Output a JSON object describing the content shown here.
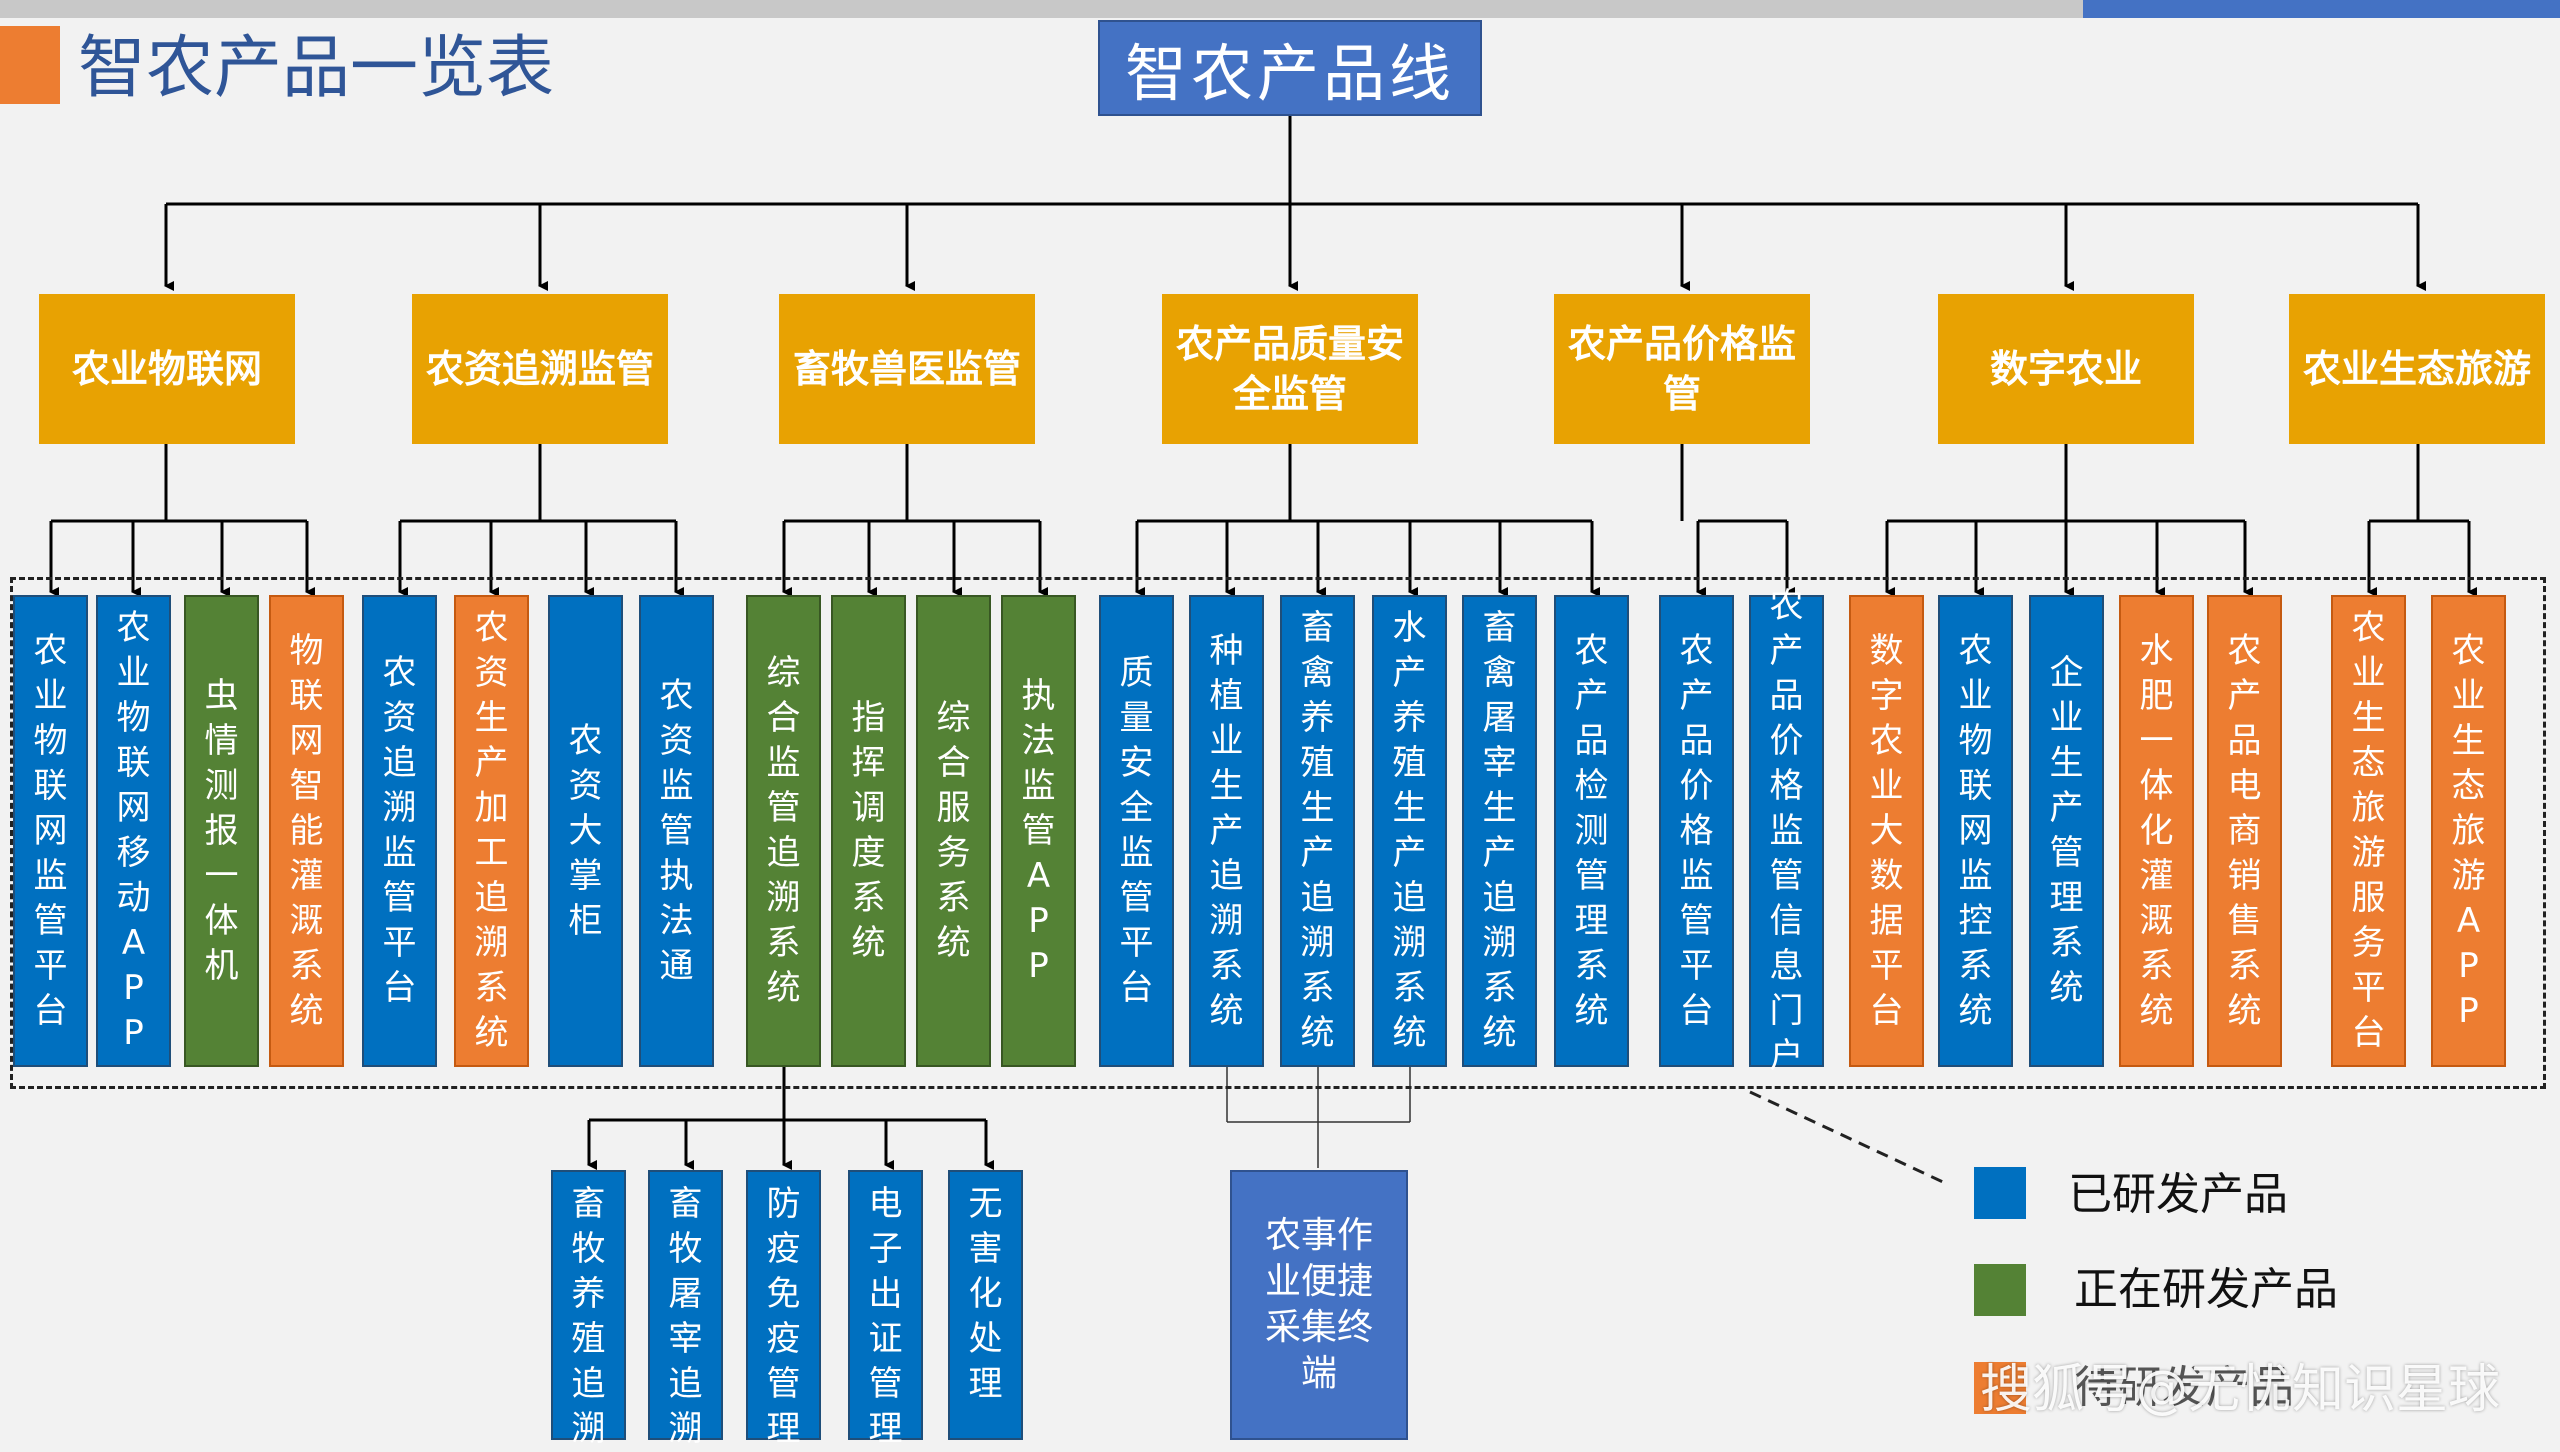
{
  "header": {
    "title": "智农产品一览表"
  },
  "root": {
    "label": "智农产品线"
  },
  "categories": [
    {
      "label": "农业物联网",
      "products": [
        "农业物联网监管平台",
        "农业物联网移动APP",
        "虫情测报一体机",
        "物联网智能灌溉系统"
      ]
    },
    {
      "label": "农资追溯监管",
      "products": [
        "农资追溯监管平台",
        "农资生产加工追溯系统",
        "农资大掌柜",
        "农资监管执法通"
      ]
    },
    {
      "label": "畜牧兽医监管",
      "products": [
        "综合监管追溯系统",
        "指挥调度系统",
        "综合服务系统",
        "执法监管APP"
      ]
    },
    {
      "label": "农产品质量安全监管",
      "products": [
        "质量安全监管平台",
        "种植业生产追溯系统",
        "畜禽养殖生产追溯系统",
        "水产养殖生产追溯系统",
        "畜禽屠宰生产追溯系统",
        "农产品检测管理系统"
      ]
    },
    {
      "label": "农产品价格监管",
      "products": [
        "农产品价格监管平台",
        "农产品价格监管信息门户"
      ]
    },
    {
      "label": "数字农业",
      "products": [
        "数字农业大数据平台",
        "农业物联网监控系统",
        "企业生产管理系统",
        "水肥一体化灌溉系统",
        "农产品电商销售系统"
      ]
    },
    {
      "label": "农业生态旅游",
      "products": [
        "农业生态旅游服务平台",
        "农业生态旅游APP"
      ]
    }
  ],
  "sub_products": [
    "畜牧养殖追溯",
    "畜牧屠宰追溯",
    "防疫免疫管理",
    "电子出证管理",
    "无害化处理"
  ],
  "terminal": {
    "label": "农事作业便捷采集终端"
  },
  "legend": [
    {
      "label": "已研发产品",
      "color": "#0070c0"
    },
    {
      "label": "正在研发产品",
      "color": "#548235"
    },
    {
      "label": "待研发产品",
      "color": "#ed7d31"
    }
  ],
  "watermark": "搜狐号@无忧知识星球",
  "colors": {
    "category": "#e8a202",
    "root": "#4472c4",
    "developed": "#0070c0",
    "developing": "#548235",
    "planned": "#ed7d31",
    "title": "#2f5597"
  }
}
